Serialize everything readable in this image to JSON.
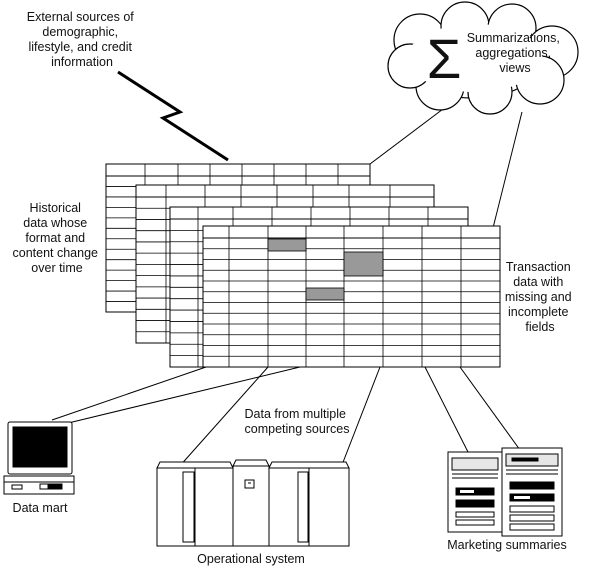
{
  "labels": {
    "external": [
      "External sources of",
      "demographic,",
      "lifestyle, and credit",
      "information"
    ],
    "cloud_symbol": "Σ",
    "cloud": [
      "Summarizations,",
      "aggregations,",
      "views"
    ],
    "historical": [
      "Historical",
      "data whose",
      "format and",
      "content change",
      "over time"
    ],
    "transaction": [
      "Transaction",
      "data with",
      "missing and",
      "incomplete",
      "fields"
    ],
    "multiple": [
      "Data from multiple",
      "competing sources"
    ],
    "data_mart": "Data mart",
    "operational": "Operational system",
    "marketing": "Marketing summaries"
  }
}
